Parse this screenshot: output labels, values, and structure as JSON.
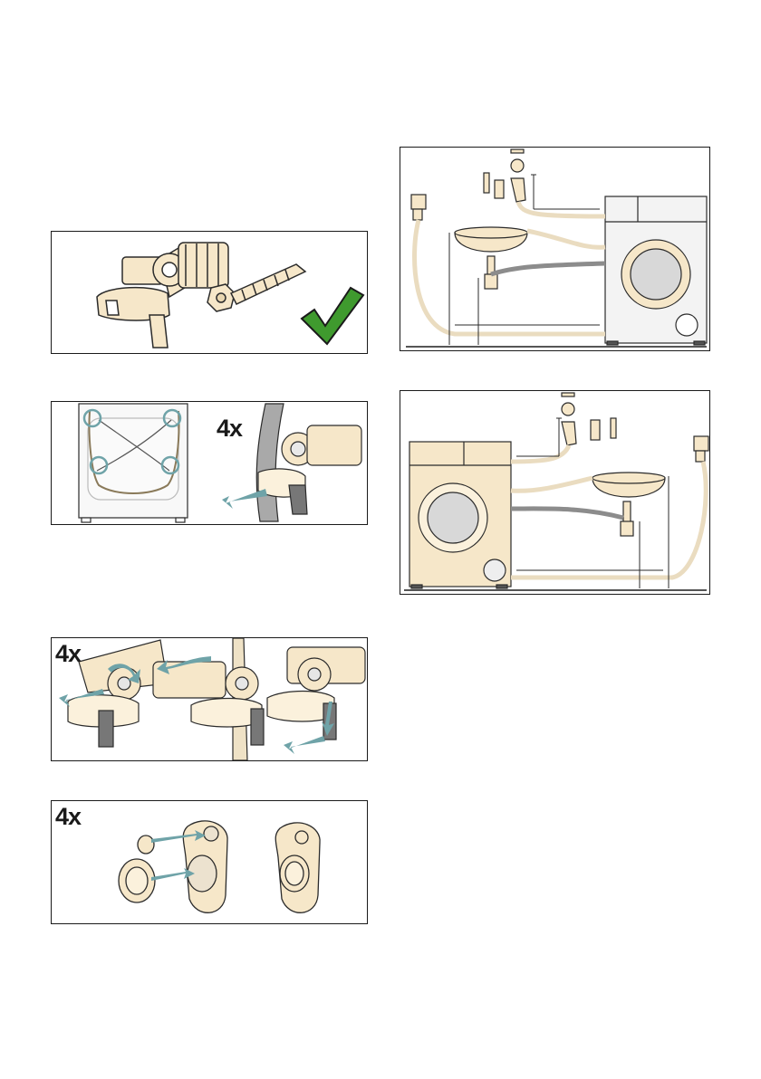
{
  "figures": {
    "fig_transport_parts": {},
    "fig_remove_bolts": {
      "count_label": "4x"
    },
    "fig_unscrew_bolts": {
      "count_label": "4x"
    },
    "fig_cover_caps": {
      "count_label": "4x"
    },
    "fig_connection_right": {},
    "fig_connection_left": {}
  },
  "colors": {
    "part_fill": "#f6e7c9",
    "part_stroke": "#2b2b2b",
    "arrow": "#6fa3a8",
    "check": "#3f9a2e",
    "hose": "#eadcc0",
    "gray_hose": "#8c8c8c",
    "machine_body": "#f3f3f3"
  },
  "icons": [
    "transport-bracket-icon",
    "transport-bolt-icon",
    "checkmark-icon",
    "arrow-icon",
    "washing-machine-icon",
    "sink-icon",
    "tap-icon",
    "socket-icon",
    "cover-cap-icon"
  ]
}
